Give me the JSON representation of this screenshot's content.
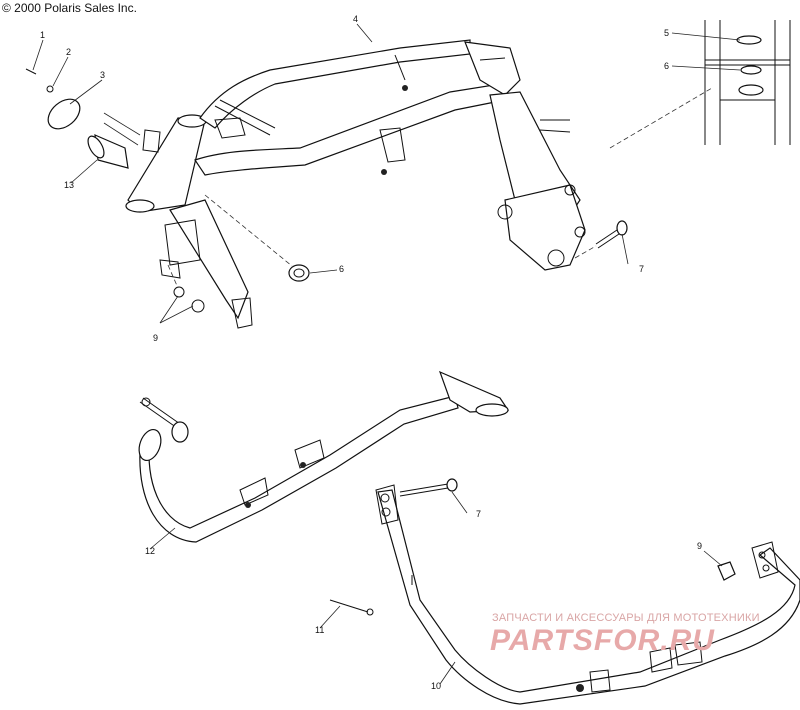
{
  "copyright": "© 2000 Polaris Sales Inc.",
  "watermark": {
    "line1": "ЗАПЧАСТИ И АКСЕССУАРЫ ДЛЯ МОТОТЕХНИКИ",
    "logo": "PARTSFOR.RU"
  },
  "callouts": [
    {
      "id": "c1",
      "label": "1"
    },
    {
      "id": "c2",
      "label": "2"
    },
    {
      "id": "c3",
      "label": "3"
    },
    {
      "id": "c4",
      "label": "4"
    },
    {
      "id": "c5",
      "label": "5"
    },
    {
      "id": "c6a",
      "label": "6"
    },
    {
      "id": "c6b",
      "label": "6"
    },
    {
      "id": "c7a",
      "label": "7"
    },
    {
      "id": "c7b",
      "label": "7"
    },
    {
      "id": "c9a",
      "label": "9"
    },
    {
      "id": "c9b",
      "label": "9"
    },
    {
      "id": "c10",
      "label": "10"
    },
    {
      "id": "c11",
      "label": "11"
    },
    {
      "id": "c12",
      "label": "12"
    },
    {
      "id": "c13",
      "label": "13"
    }
  ]
}
